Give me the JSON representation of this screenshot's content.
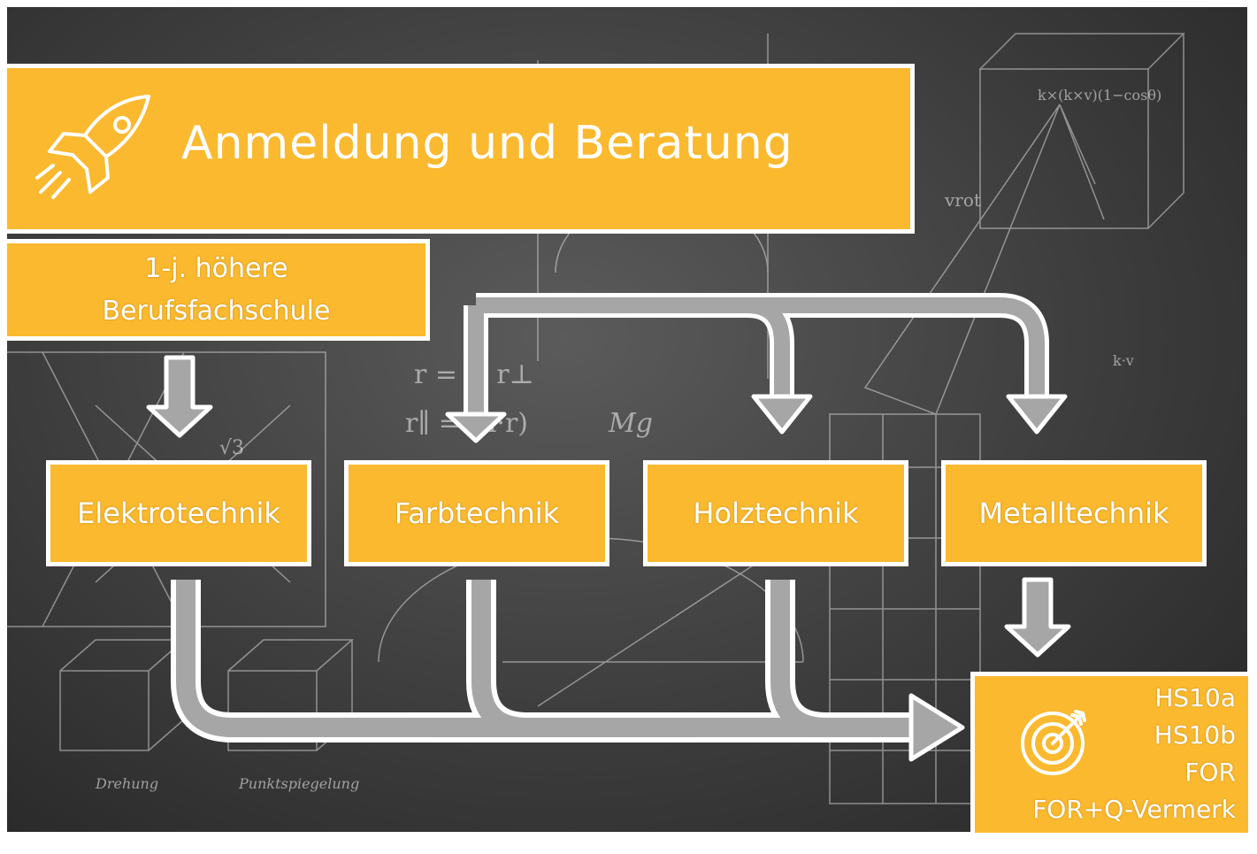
{
  "diagram": {
    "title": "Anmeldung und Beratung",
    "start": {
      "line1": "1-j. höhere",
      "line2": "Berufsfachschule"
    },
    "nodes": [
      {
        "label": "Elektrotechnik"
      },
      {
        "label": "Farbtechnik"
      },
      {
        "label": "Holztechnik"
      },
      {
        "label": "Metalltechnik"
      }
    ],
    "target": {
      "lines": [
        "HS10a",
        "HS10b",
        "FOR",
        "FOR+Q-Vermerk"
      ]
    },
    "colors": {
      "box": "#fbb92f",
      "border": "#ffffff",
      "arrow": "#a6a6a6",
      "background": "#3f3f3f"
    },
    "icons": {
      "title": "rocket-icon",
      "target": "target-icon"
    }
  }
}
